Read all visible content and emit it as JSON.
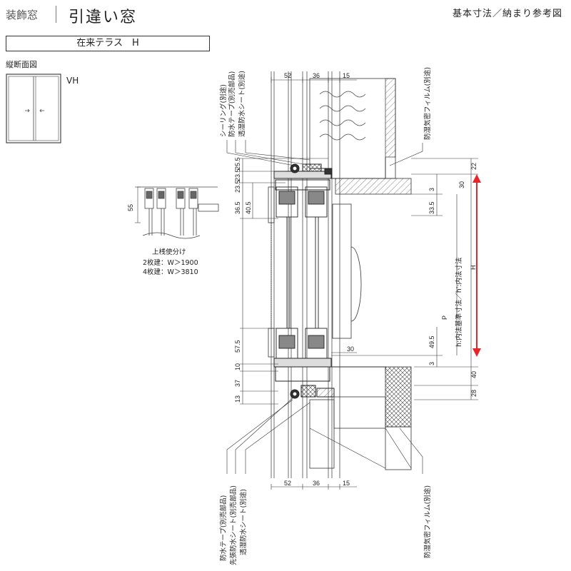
{
  "header": {
    "category": "装飾窓",
    "title": "引違い窓",
    "reference": "基本寸法／納まり参考図"
  },
  "type_label": "在来テラス　H",
  "section_label": "縦断面図",
  "elevation_label": "VH",
  "transom_note": {
    "title": "上桟使分け",
    "line1": "2枚建：W＞1900",
    "line2": "4枚建：W＞3810"
  },
  "dimensions": {
    "top": [
      "52",
      "36",
      "15"
    ],
    "bottom": [
      "52",
      "36",
      "15"
    ],
    "left": [
      "25.5",
      "23.5",
      "23.5",
      "36.5",
      "40.5",
      "57.5",
      "10",
      "37",
      "13"
    ],
    "right": [
      "22",
      "30",
      "3",
      "33.5",
      "49.5",
      "3",
      "40",
      "28"
    ],
    "sill_width": "30",
    "transom_height": "55",
    "overall": "H",
    "opening": "P"
  },
  "callouts": {
    "top": [
      "シーリング(別途)",
      "防水テープ(別売部品)",
      "透湿防水シート(別途)",
      "防湿気密フィルム(別途)"
    ],
    "bottom": [
      "防水テープ(別売部品)",
      "先張防水シート(別売部品)",
      "透湿防水シート(別途)",
      "防湿気密フィルム(別途)"
    ]
  },
  "inner_dim_note": "h:内法基準寸法／h':内法寸法",
  "colors": {
    "accent": "#e8262a",
    "line": "#333333"
  }
}
